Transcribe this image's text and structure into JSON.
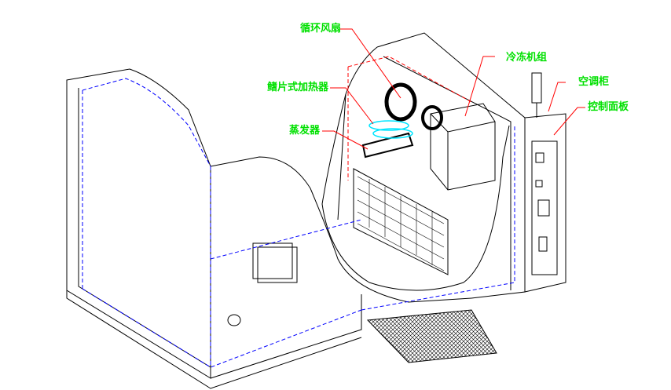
{
  "labels": {
    "fan": "循环风扇",
    "refrigeration": "冷冻机组",
    "heater": "鳍片式加热器",
    "cabinet": "空调柜",
    "control_panel": "控制面板",
    "evaporator": "蒸发器"
  },
  "colors": {
    "label": "#00e000",
    "leader": "#ff0000",
    "hidden": "#0000ff",
    "coil": "#00e5ff"
  }
}
